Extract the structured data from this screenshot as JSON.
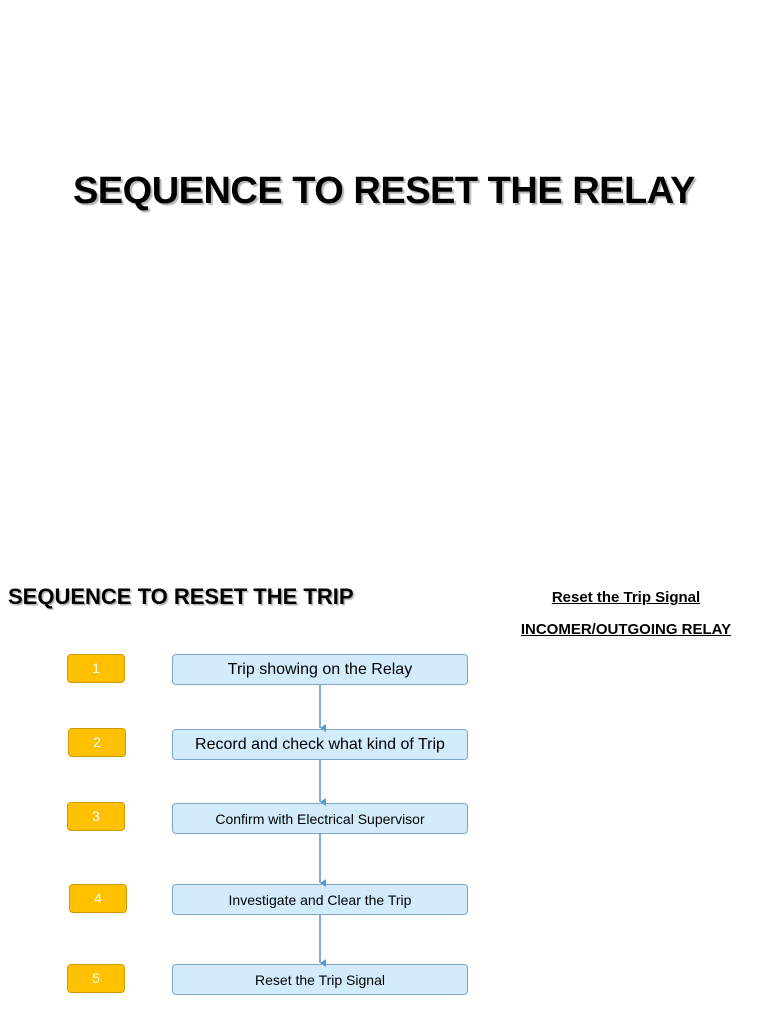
{
  "title": "SEQUENCE TO RESET THE RELAY",
  "subtitle": "SEQUENCE TO RESET THE TRIP",
  "side": {
    "line1": "Reset the Trip Signal",
    "line2": "INCOMER/OUTGOING RELAY"
  },
  "steps": [
    {
      "number": "1",
      "text": "Trip showing on the Relay"
    },
    {
      "number": "2",
      "text": "Record and check what kind of Trip"
    },
    {
      "number": "3",
      "text": "Confirm with Electrical Supervisor"
    },
    {
      "number": "4",
      "text": "Investigate and Clear the Trip"
    },
    {
      "number": "5",
      "text": "Reset the Trip Signal"
    }
  ],
  "colors": {
    "number_fill": "#ffc000",
    "step_fill": "#d2ecfb",
    "arrow": "#5b9bd5"
  }
}
